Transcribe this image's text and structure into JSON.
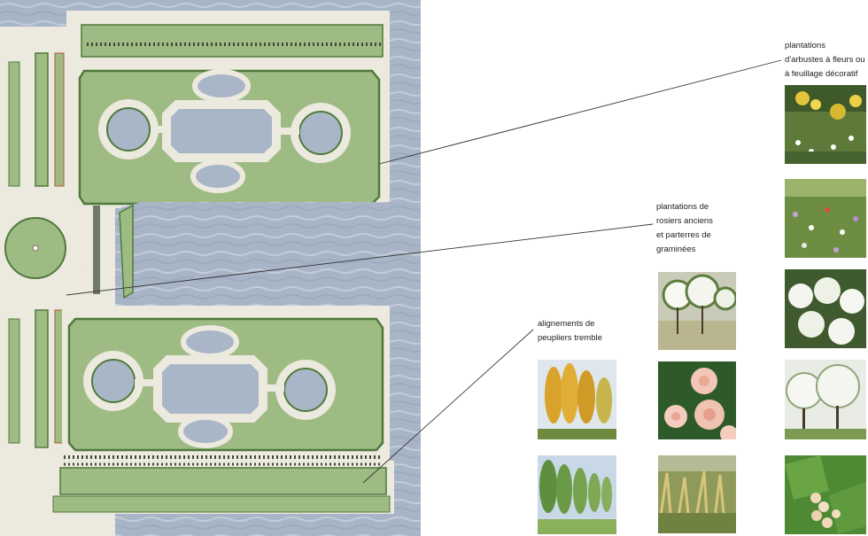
{
  "labels": {
    "arbustes": "plantations\nd'arbustes à fleurs ou\nà feuillage décoratif",
    "rosiers": "plantations de\nrosiers anciens\net parterres de\ngraminées",
    "peupliers": "alignements de\npeupliers tremble"
  },
  "photos": [
    {
      "name": "photo-flowering-shrubs",
      "group": "arbustes"
    },
    {
      "name": "photo-wildflower-meadow",
      "group": "arbustes"
    },
    {
      "name": "photo-white-hydrangea",
      "group": "arbustes"
    },
    {
      "name": "photo-white-flowering-shrubs",
      "group": "arbustes"
    },
    {
      "name": "photo-redcurrant-berries",
      "group": "arbustes"
    },
    {
      "name": "photo-standard-rose-trees",
      "group": "rosiers"
    },
    {
      "name": "photo-pink-old-roses",
      "group": "rosiers"
    },
    {
      "name": "photo-ornamental-grasses",
      "group": "rosiers"
    },
    {
      "name": "photo-aspen-autumn",
      "group": "peupliers"
    },
    {
      "name": "photo-aspen-row",
      "group": "peupliers"
    }
  ],
  "colors": {
    "lawn": "#9fbb84",
    "hedge": "#4f7a3a",
    "path": "#ece9df",
    "water": "#a9b6c8",
    "leader": "#333333"
  }
}
